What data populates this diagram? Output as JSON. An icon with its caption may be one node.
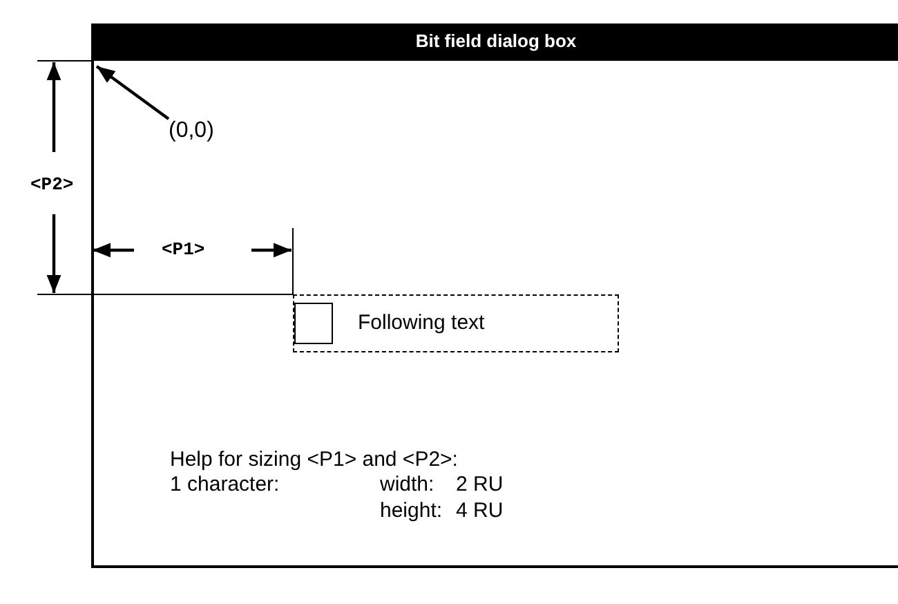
{
  "diagram": {
    "nodes": [
      {
        "text": [
          "Bit field dialog box"
        ]
      },
      {
        "text": [
          "Following text"
        ],
        "in": 0
      },
      {
        "text": [],
        "shape": "box",
        "in": 1
      },
      {
        "text": [
          "(0,0)"
        ],
        "in": 0
      }
    ],
    "edges": [
      {
        "from": 3,
        "to": 0,
        "arrow": "to"
      }
    ],
    "labels": [
      "<P2>",
      "<P1>",
      "Help for sizing <P1> and <P2>:",
      "1 character:",
      "width:",
      "2 RU",
      "height:",
      "4 RU"
    ]
  }
}
